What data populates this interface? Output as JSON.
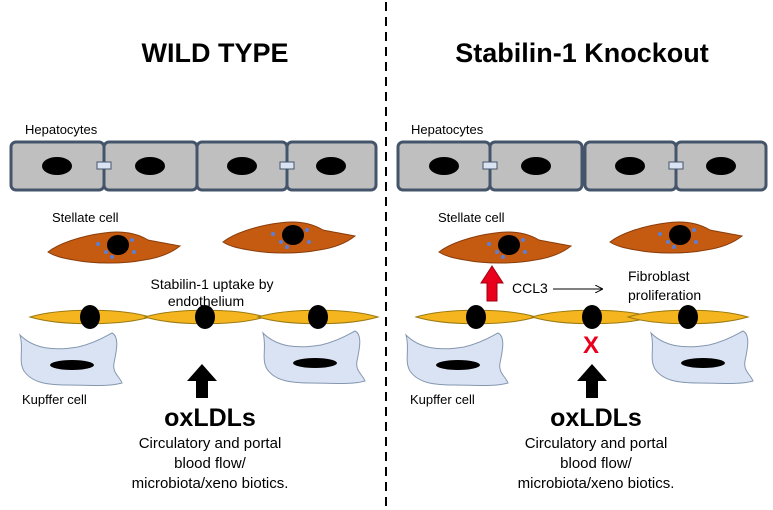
{
  "left": {
    "title": "WILD TYPE",
    "hepatocytes_label": "Hepatocytes",
    "stellate_label": "Stellate cell",
    "uptake_label_line1": "Stabilin-1 uptake by",
    "uptake_label_line2": "endothelium",
    "kupffer_label": "Kupffer  cell",
    "oxldl_label": "oxLDLs",
    "source_line1": "Circulatory and portal",
    "source_line2": "blood flow/",
    "source_line3": "microbiota/xeno biotics."
  },
  "right": {
    "title": "Stabilin-1 Knockout",
    "hepatocytes_label": "Hepatocytes",
    "stellate_label": "Stellate cell",
    "ccl3_label": "CCL3",
    "fibro_line1": "Fibroblast",
    "fibro_line2": "proliferation",
    "block_mark": "X",
    "kupffer_label": "Kupffer  cell",
    "oxldl_label": "oxLDLs",
    "source_line1": "Circulatory and portal",
    "source_line2": "blood flow/",
    "source_line3": "microbiota/xeno biotics."
  },
  "colors": {
    "hepatocyte_fill": "#bfbfbf",
    "hepatocyte_border": "#44546a",
    "stellate_fill": "#c55a11",
    "endothelium_fill": "#f5b51f",
    "kupffer_fill": "#dae3f3",
    "up_arrow": "#e8001c",
    "block_x": "#e8001c"
  }
}
